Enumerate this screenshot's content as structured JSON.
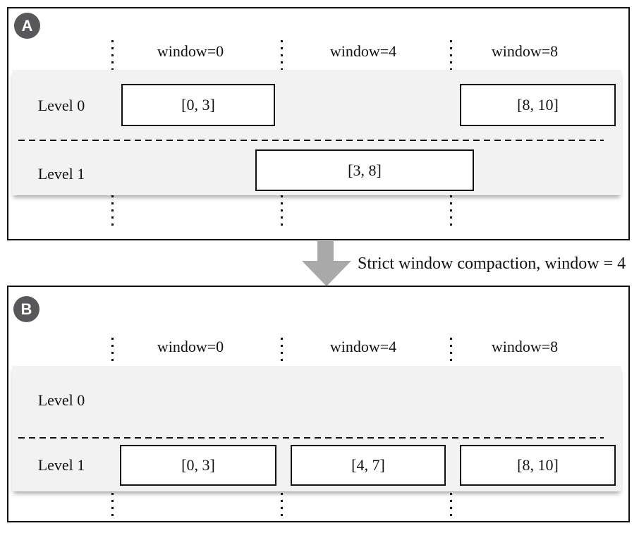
{
  "panel_a": {
    "badge": "A",
    "columns": [
      "window=0",
      "window=4",
      "window=8"
    ],
    "row_labels": [
      "Level 0",
      "Level 1"
    ],
    "level0_boxes": [
      "[0, 3]",
      "[8, 10]"
    ],
    "level1_boxes": [
      "[3, 8]"
    ]
  },
  "transition": {
    "caption": "Strict window compaction, window = 4"
  },
  "panel_b": {
    "badge": "B",
    "columns": [
      "window=0",
      "window=4",
      "window=8"
    ],
    "row_labels": [
      "Level 0",
      "Level 1"
    ],
    "level0_boxes": [],
    "level1_boxes": [
      "[0, 3]",
      "[4, 7]",
      "[8, 10]"
    ]
  },
  "colors": {
    "badge_bg": "#58585a",
    "arrow": "#a9a9a9",
    "row_bg": "#f2f2f2",
    "line": "#111111"
  }
}
